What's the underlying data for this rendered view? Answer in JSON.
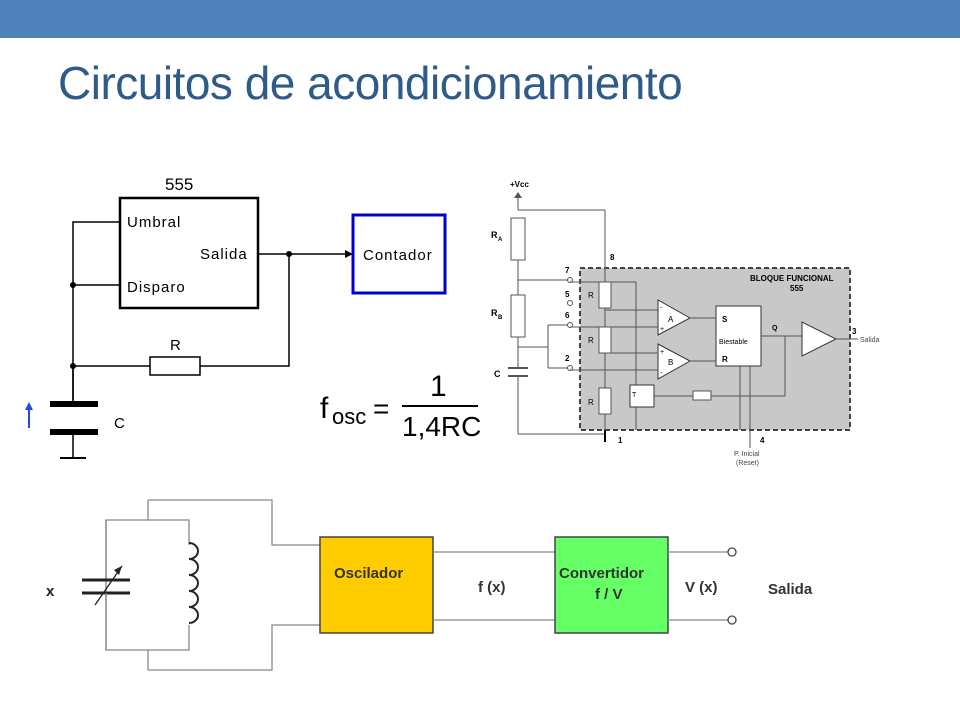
{
  "slide": {
    "title": "Circuitos de acondicionamiento"
  },
  "circuit_555": {
    "chip_label": "555",
    "pin_umbral": "Umbral",
    "pin_salida": "Salida",
    "pin_disparo": "Disparo",
    "counter_label": "Contador",
    "resistor_label": "R",
    "capacitor_label": "C"
  },
  "formula": {
    "lhs_f": "f",
    "lhs_sub": "osc",
    "equals": "=",
    "numerator": "1",
    "denominator": "1,4RC"
  },
  "block_555": {
    "vcc": "+Vcc",
    "ra": "R",
    "ra_sub": "A",
    "rb": "R",
    "rb_sub": "B",
    "c": "C",
    "pin7": "7",
    "pin5": "5",
    "pin6": "6",
    "pin2": "2",
    "pin8": "8",
    "pin1": "1",
    "pin4": "4",
    "pin3": "3",
    "r_internal": "R",
    "comp_a": "A",
    "comp_b": "B",
    "plus": "+",
    "minus": "-",
    "s_label": "S",
    "r_label": "R",
    "biestable": "Biestable",
    "q_label": "Q",
    "t_label": "T",
    "bloque_title": "BLOQUE FUNCIONAL",
    "bloque_555": "555",
    "salida": "Salida",
    "p_inicial": "P. Inicial",
    "reset": "(Reset)"
  },
  "chain": {
    "input_x": "x",
    "oscilador": "Oscilador",
    "fx": "f (x)",
    "convertidor_line1": "Convertidor",
    "convertidor_line2": "f / V",
    "vx": "V (x)",
    "salida": "Salida"
  },
  "colors": {
    "topbar": "#4f81bd",
    "title": "#2f5b8a",
    "counter_border": "#0000cc",
    "oscilador_fill": "#ffcc00",
    "convertidor_fill": "#66ff66",
    "arrow_blue": "#1f4fd6",
    "block_gray": "#c8c8c8"
  }
}
